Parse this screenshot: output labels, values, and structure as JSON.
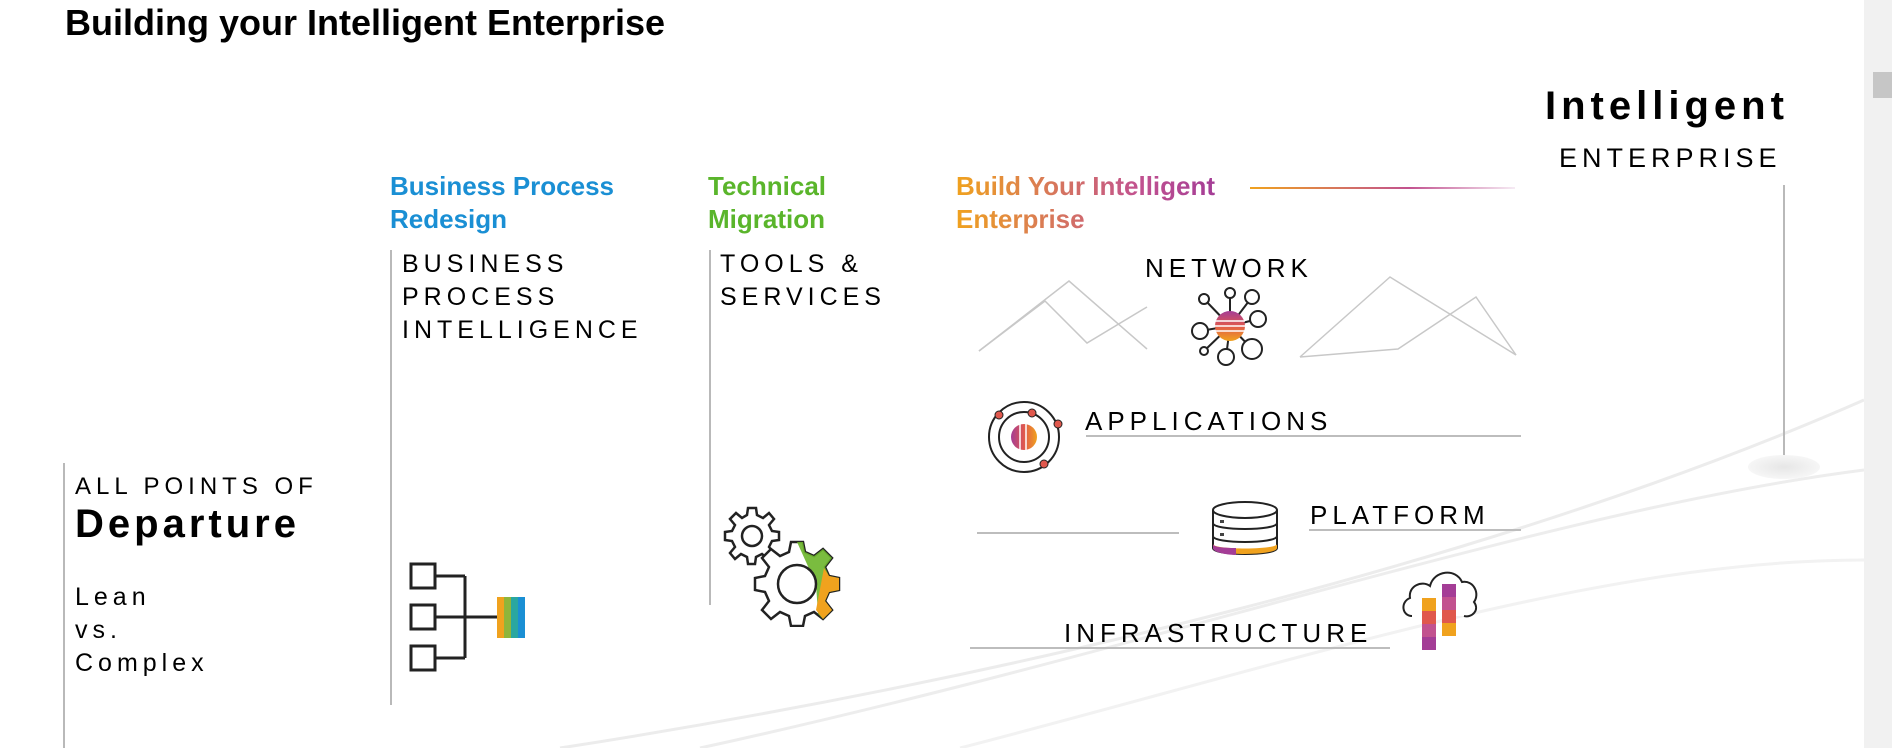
{
  "title": "Building your Intelligent Enterprise",
  "goal": {
    "line1": "Intelligent",
    "line2": "ENTERPRISE"
  },
  "departure": {
    "line1": "ALL POINTS OF",
    "line2": "Departure",
    "options": [
      "Lean",
      "vs.",
      "Complex"
    ]
  },
  "columns": [
    {
      "heading": [
        "Business Process",
        "Redesign"
      ],
      "body": [
        "BUSINESS",
        "PROCESS",
        "INTELLIGENCE"
      ]
    },
    {
      "heading": [
        "Technical",
        "Migration"
      ],
      "body": [
        "TOOLS &",
        "SERVICES"
      ]
    },
    {
      "heading": [
        "Build Your Intelligent",
        "Enterprise"
      ]
    }
  ],
  "layers": {
    "network": "NETWORK",
    "applications": "APPLICATIONS",
    "platform": "PLATFORM",
    "infrastructure": "INFRASTRUCTURE"
  },
  "colors": {
    "blue": "#1a8fd4",
    "green": "#5ab52b",
    "orange": "#f0a21e",
    "magenta": "#a43d96"
  },
  "icons": [
    "network-icon",
    "applications-icon",
    "database-icon",
    "cloud-icon",
    "gears-icon",
    "org-chart-icon"
  ]
}
